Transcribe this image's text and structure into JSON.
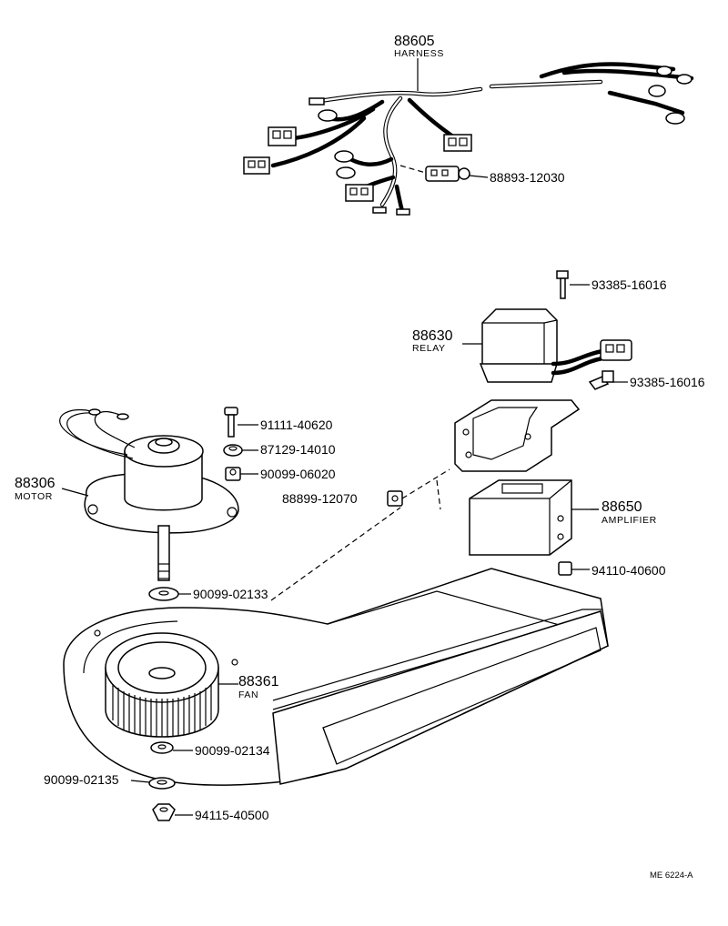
{
  "diagram": {
    "parts": {
      "harness": {
        "number": "88605",
        "name": "HARNESS"
      },
      "connector": {
        "number": "88893-12030"
      },
      "screw_top": {
        "number": "93385-16016"
      },
      "relay": {
        "number": "88630",
        "name": "RELAY"
      },
      "screw_side": {
        "number": "93385-16016"
      },
      "bolt": {
        "number": "91111-40620"
      },
      "washer_a": {
        "number": "87129-14010"
      },
      "nut_a": {
        "number": "90099-06020"
      },
      "motor": {
        "number": "88306",
        "name": "MOTOR"
      },
      "clip": {
        "number": "88899-12070"
      },
      "amplifier": {
        "number": "88650",
        "name": "AMPLIFIER"
      },
      "nut_b": {
        "number": "94110-40600"
      },
      "washer_b": {
        "number": "90099-02133"
      },
      "fan": {
        "number": "88361",
        "name": "FAN"
      },
      "washer_c": {
        "number": "90099-02134"
      },
      "washer_d": {
        "number": "90099-02135"
      },
      "nut_c": {
        "number": "94115-40500"
      }
    },
    "reference": "ME 6224-A"
  }
}
